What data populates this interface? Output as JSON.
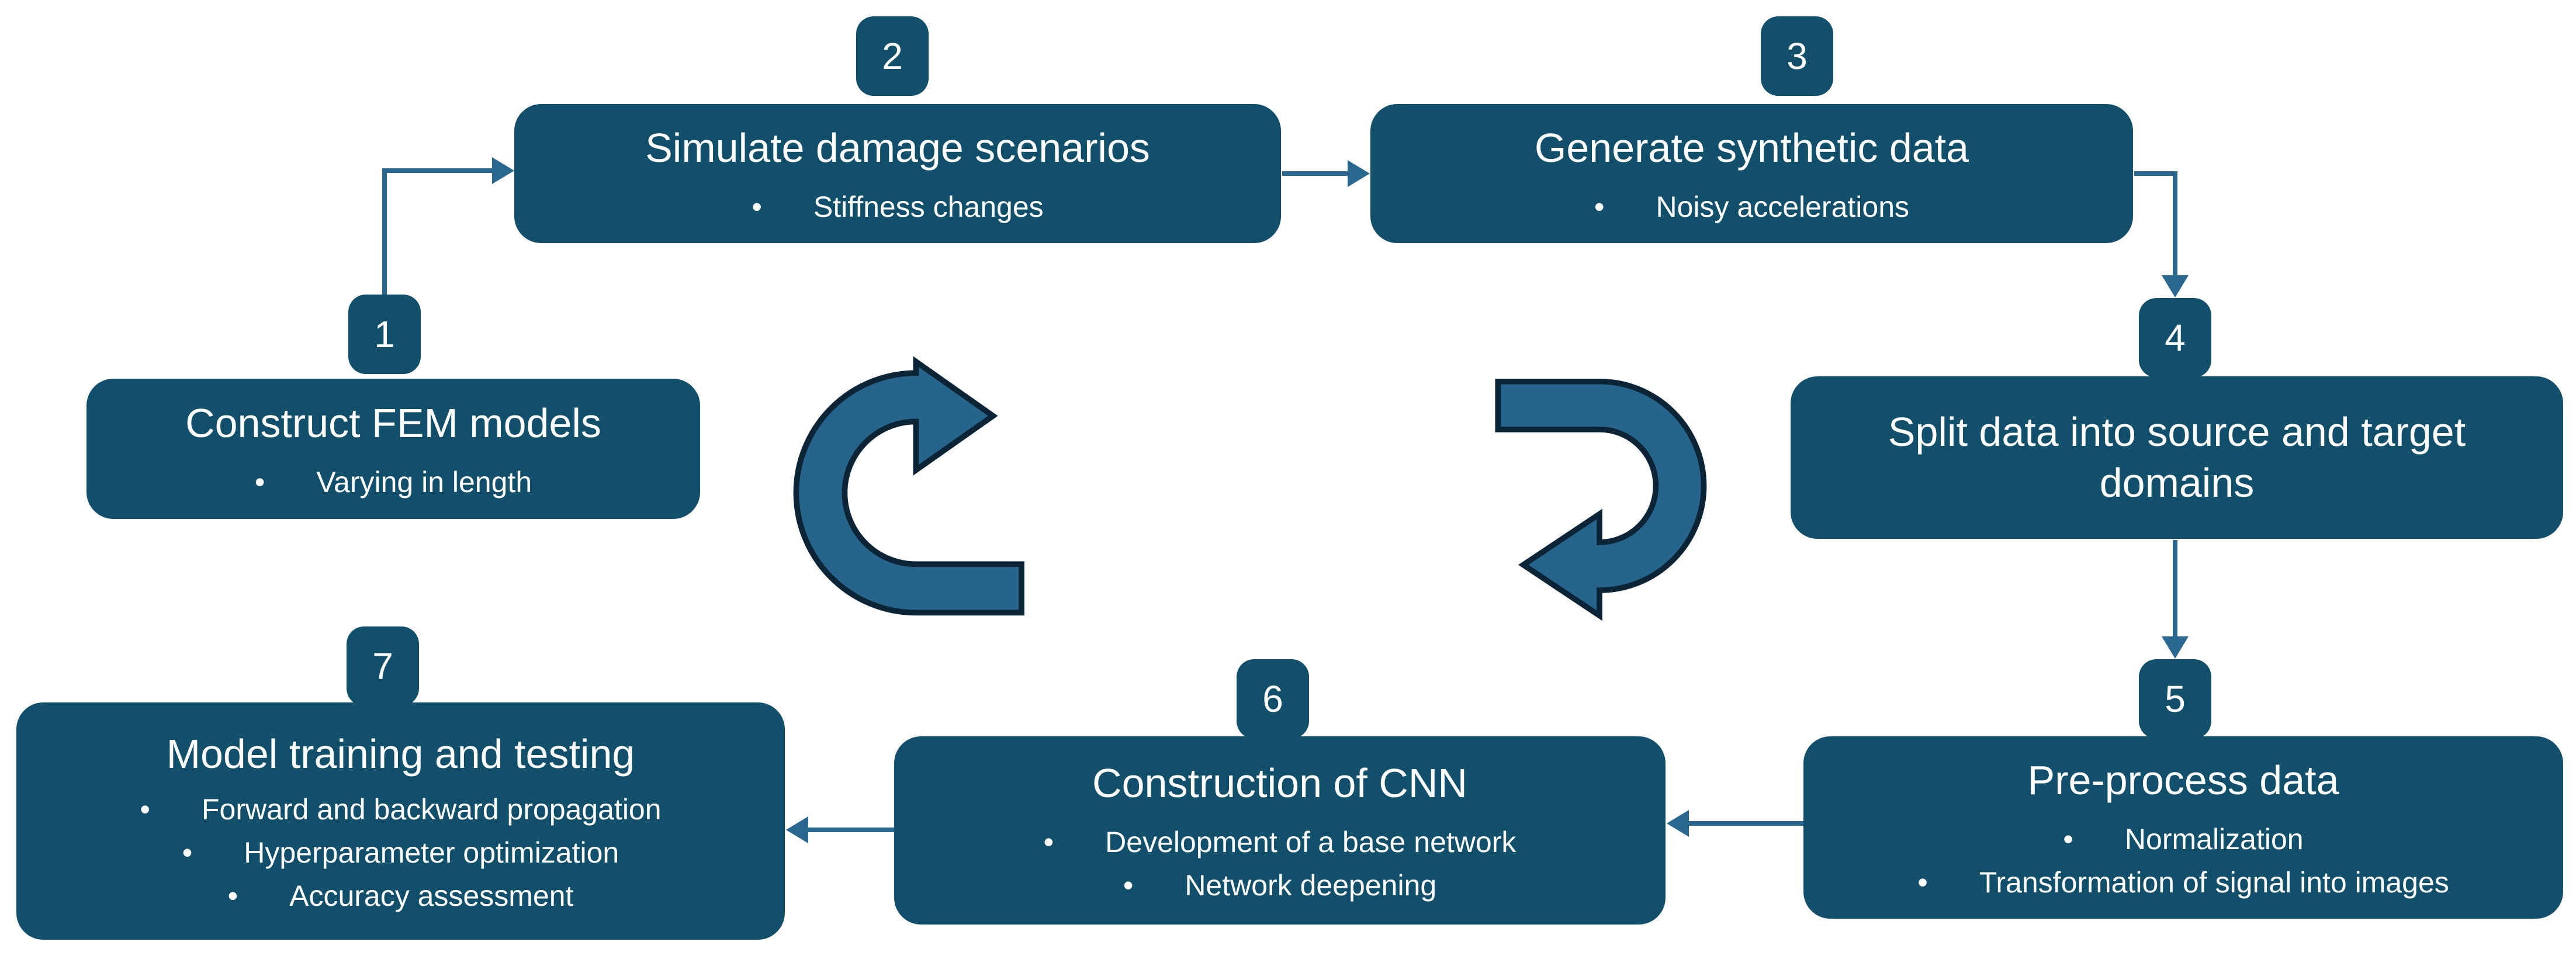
{
  "diagram": {
    "background_color": "#ffffff",
    "box_fill_color": "#124F6A",
    "connector_color": "#2A6890",
    "loop_arrow_fill": "#26648C",
    "loop_arrow_outline": "#0C2536",
    "text_color": "#ffffff",
    "steps": [
      {
        "number": "1",
        "title": "Construct FEM models",
        "bullets": [
          "Varying in length"
        ]
      },
      {
        "number": "2",
        "title": "Simulate damage scenarios",
        "bullets": [
          "Stiffness changes"
        ]
      },
      {
        "number": "3",
        "title": "Generate synthetic data",
        "bullets": [
          "Noisy accelerations"
        ]
      },
      {
        "number": "4",
        "title": "Split data into source and target domains",
        "bullets": []
      },
      {
        "number": "5",
        "title": "Pre-process data",
        "bullets": [
          "Normalization",
          "Transformation of signal into images"
        ]
      },
      {
        "number": "6",
        "title": "Construction of CNN",
        "bullets": [
          "Development of a base network",
          "Network deepening"
        ]
      },
      {
        "number": "7",
        "title": "Model training and testing",
        "bullets": [
          "Forward and backward propagation",
          "Hyperparameter optimization",
          "Accuracy assessment"
        ]
      }
    ],
    "icons": {
      "left_loop": "clockwise-loop-arrow",
      "right_loop": "counterclockwise-loop-arrow"
    }
  }
}
